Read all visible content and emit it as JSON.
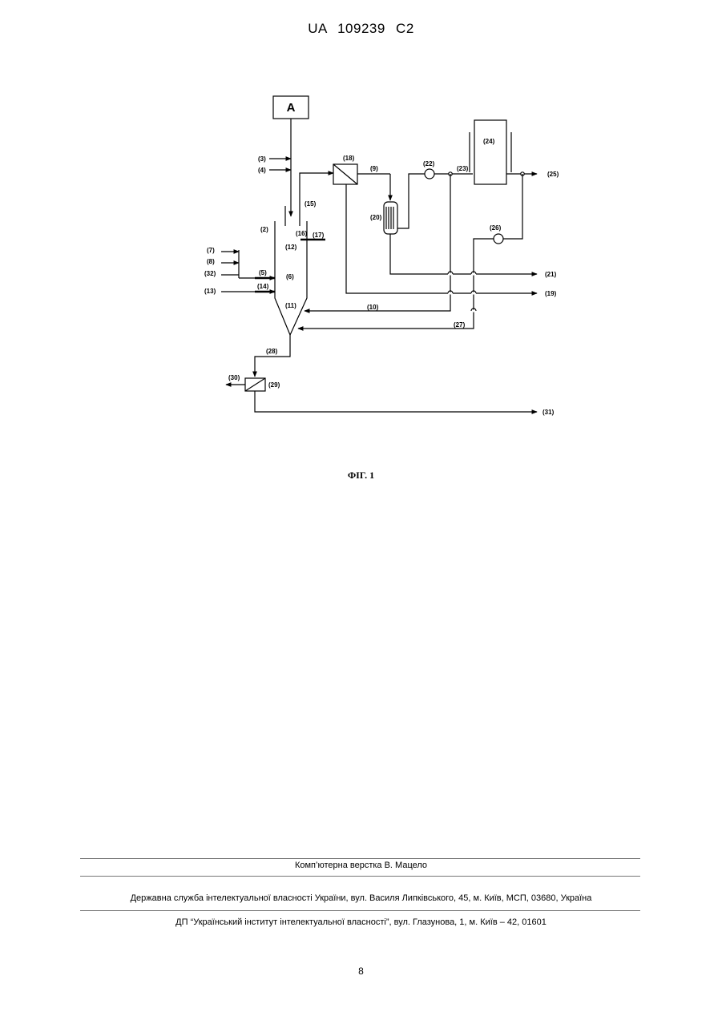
{
  "header": {
    "patent_code": "UA   109239   C2"
  },
  "figure": {
    "box_a": "A",
    "labels": {
      "l3": "(3)",
      "l4": "(4)",
      "l2": "(2)",
      "l15": "(15)",
      "l16": "(16)",
      "l17": "(17)",
      "l12": "(12)",
      "l7": "(7)",
      "l8": "(8)",
      "l32": "(32)",
      "l5": "(5)",
      "l6": "(6)",
      "l13": "(13)",
      "l14": "(14)",
      "l11": "(11)",
      "l10": "(10)",
      "l27": "(27)",
      "l28": "(28)",
      "l29": "(29)",
      "l30": "(30)",
      "l31": "(31)",
      "l18": "(18)",
      "l9": "(9)",
      "l20": "(20)",
      "l22": "(22)",
      "l23": "(23)",
      "l24": "(24)",
      "l25": "(25)",
      "l26": "(26)",
      "l21": "(21)",
      "l19": "(19)"
    },
    "caption": "ФІГ. 1"
  },
  "footer": {
    "layout_credit": "Комп’ютерна верстка В. Мацело",
    "agency": "Державна служба інтелектуальної власності України, вул. Василя Липківського, 45, м. Київ, МСП, 03680, Україна",
    "institute": "ДП “Український інститут інтелектуальної власності”, вул. Глазунова, 1, м. Київ – 42, 01601"
  },
  "page_number": "8"
}
